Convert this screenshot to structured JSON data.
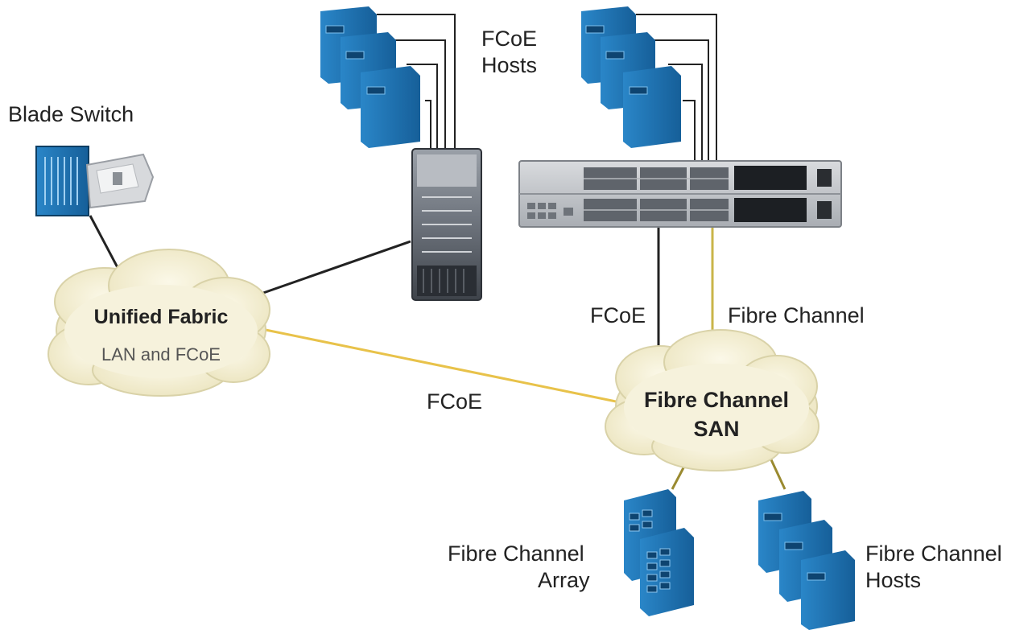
{
  "labels": {
    "blade_switch": "Blade Switch",
    "fcoe_hosts_line1": "FCoE",
    "fcoe_hosts_line2": "Hosts",
    "fcoe_vertical": "FCoE",
    "fibre_channel_link": "Fibre Channel",
    "fcoe_horizontal": "FCoE",
    "fc_array_line1": "Fibre Channel",
    "fc_array_line2": "Array",
    "fc_hosts_line1": "Fibre Channel",
    "fc_hosts_line2": "Hosts"
  },
  "clouds": {
    "unified_fabric_title": "Unified Fabric",
    "unified_fabric_sub": "LAN and FCoE",
    "fc_san_line1": "Fibre Channel",
    "fc_san_line2": "SAN"
  },
  "colors": {
    "device_blue": "#1f6fb0",
    "device_blue_dark": "#134f82",
    "cloud_fill": "#f4f0d8",
    "cloud_stroke": "#d9d2a8",
    "ethernet_line": "#222222",
    "fc_line": "#c9b54a",
    "fcoe_line": "#e8c24a"
  }
}
